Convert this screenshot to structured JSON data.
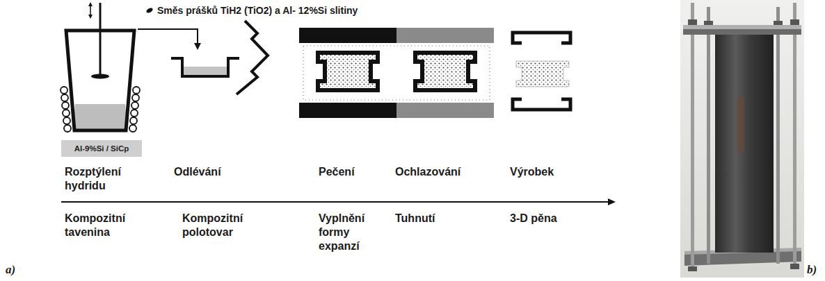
{
  "diagram": {
    "nodes": [
      {
        "text": [
          "Al-9%Si / SiCp"
        ]
      }
    ],
    "labels": [
      "Směs prášků TiH2 (TiO2) a Al- 12%Si slitiny",
      "Rozptýlení hydridu",
      "Odlévání",
      "Pečení",
      "Ochlazování",
      "Výrobek",
      "Kompozitní tavenina",
      "Kompozitní polotovar",
      "Vyplnění formy expanzí",
      "Tuhnutí",
      "3-D pěna",
      "a)",
      "b)"
    ]
  }
}
